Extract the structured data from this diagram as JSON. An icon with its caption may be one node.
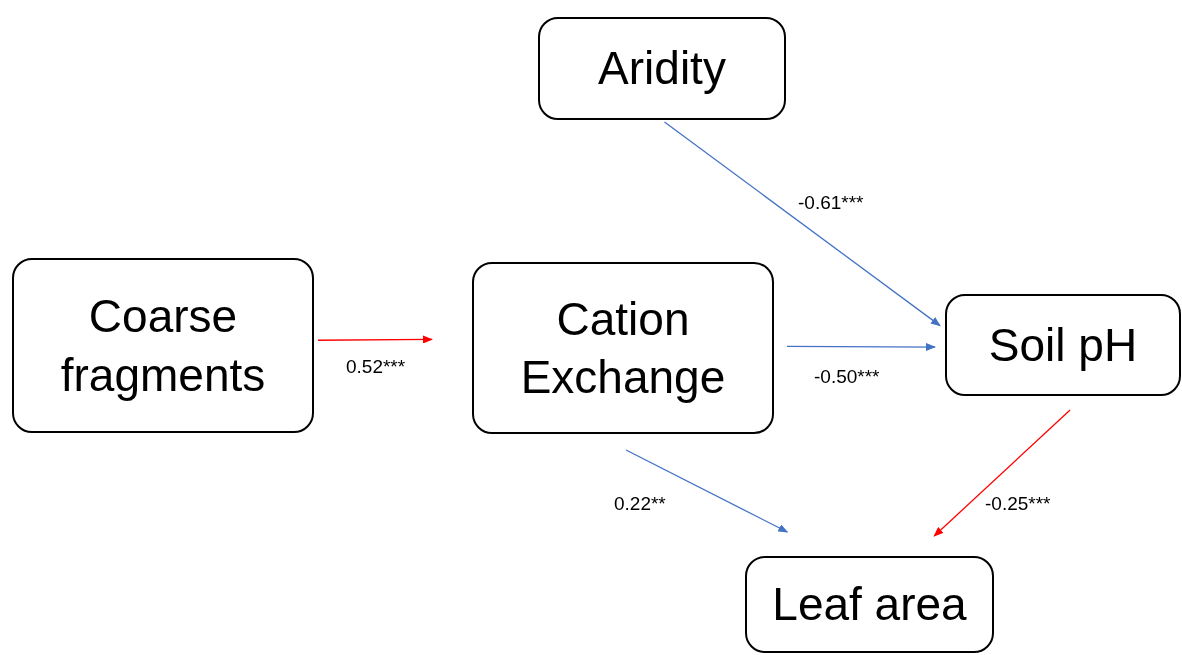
{
  "diagram": {
    "nodes": [
      {
        "text": [
          "Aridity"
        ]
      },
      {
        "text": [
          "Coarse fragments"
        ]
      },
      {
        "text": [
          "Cation Exchange"
        ]
      },
      {
        "text": [
          "Soil pH"
        ]
      },
      {
        "text": [
          "Leaf area"
        ]
      }
    ],
    "edges": [
      {
        "from": 0,
        "to": 3,
        "arrow": "to",
        "label": "-0.61***"
      },
      {
        "from": 1,
        "to": 2,
        "arrow": "to",
        "label": "0.52***",
        "color": "#ff0000"
      },
      {
        "from": 2,
        "to": 3,
        "arrow": "to",
        "label": "-0.50***"
      },
      {
        "from": 2,
        "to": 4,
        "arrow": "to",
        "label": "0.22**"
      },
      {
        "from": 3,
        "to": 4,
        "arrow": "to",
        "label": "-0.25***",
        "color": "#ff0000"
      }
    ]
  }
}
